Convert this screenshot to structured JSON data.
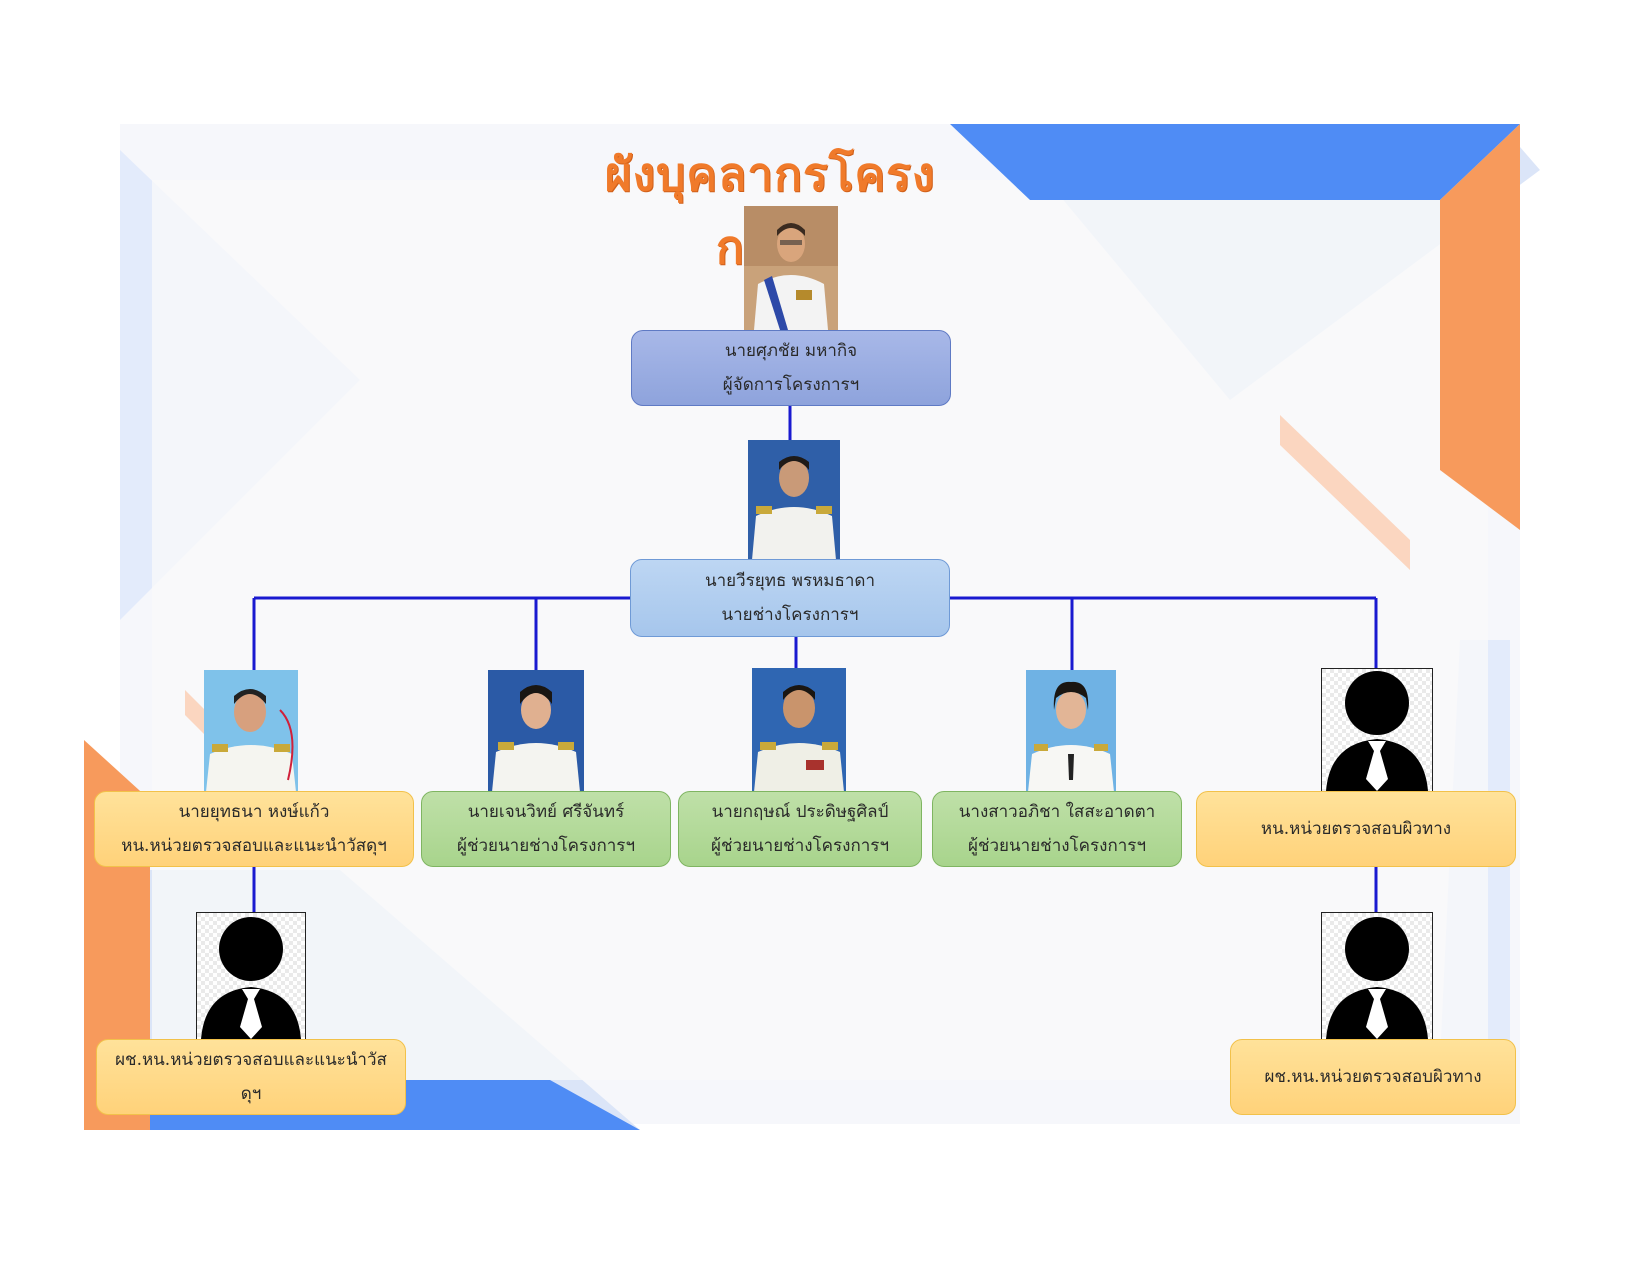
{
  "title": "ผังบุคลากรโครงการฯ",
  "colors": {
    "title": "#f07a2a",
    "connector": "#1a1ad0",
    "accent_blue": "#4f8cf5",
    "accent_orange": "#f79a5c"
  },
  "manager": {
    "name": "นายศุภชัย  มหากิจ",
    "role": "ผู้จัดการโครงการฯ"
  },
  "engineer": {
    "name": "นายวีรยุทธ  พรหมธาดา",
    "role": "นายช่างโครงการฯ"
  },
  "staff": [
    {
      "name": "นายยุทธนา  หงษ์แก้ว",
      "role": "หน.หน่วยตรวจสอบและแนะนำวัสดุฯ"
    },
    {
      "name": "นายเจนวิทย์  ศรีจันทร์",
      "role": "ผู้ช่วยนายช่างโครงการฯ"
    },
    {
      "name": "นายกฤษณ์  ประดิษฐศิลป์",
      "role": "ผู้ช่วยนายช่างโครงการฯ"
    },
    {
      "name": "นางสาวอภิชา  ใสสะอาดตา",
      "role": "ผู้ช่วยนายช่างโครงการฯ"
    },
    {
      "role": "หน.หน่วยตรวจสอบผิวทาง"
    }
  ],
  "deputies": [
    {
      "role": "ผช.หน.หน่วยตรวจสอบและแนะนำวัสดุฯ"
    },
    {
      "role": "ผช.หน.หน่วยตรวจสอบผิวทาง"
    }
  ],
  "icons": {
    "placeholder": "person-silhouette-icon"
  }
}
